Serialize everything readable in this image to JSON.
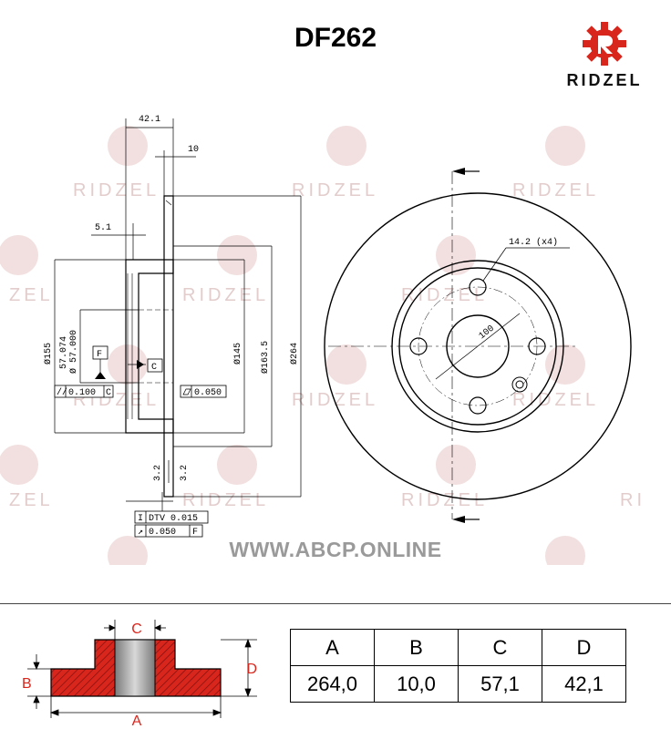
{
  "part_number": "DF262",
  "brand": {
    "name": "RIDZEL",
    "accent_color": "#d9261c",
    "watermark_text": "RIDZEL",
    "watermark_fragment": "ZEL",
    "watermark_fragment_right": "RI"
  },
  "website": "WWW.ABCP.ONLINE",
  "drawing": {
    "dim_hub_depth": "42.1",
    "dim_thickness": "10",
    "dim_offset": "5.1",
    "dim_d155": "Ø155",
    "dim_center_bore_max": "57.074",
    "dim_center_bore_min": "Ø 57.000",
    "dim_d145": "Ø145",
    "dim_d163": "Ø163.5",
    "dim_d264": "Ø264",
    "datum_f": "F",
    "datum_c": "C",
    "tol_parallel": "0.100",
    "tol_parallel_ref": "C",
    "tol_flatness": "0.050",
    "surface_finish": "3.2",
    "tol_dtv": "DTV 0.015",
    "tol_runout": "0.050",
    "tol_runout_ref": "F",
    "holes": "14.2 (x4)",
    "pcd": "100"
  },
  "scheme_labels": {
    "a": "A",
    "b": "B",
    "c": "C",
    "d": "D"
  },
  "table": {
    "headers": [
      "A",
      "B",
      "C",
      "D"
    ],
    "values": [
      "264,0",
      "10,0",
      "57,1",
      "42,1"
    ]
  }
}
